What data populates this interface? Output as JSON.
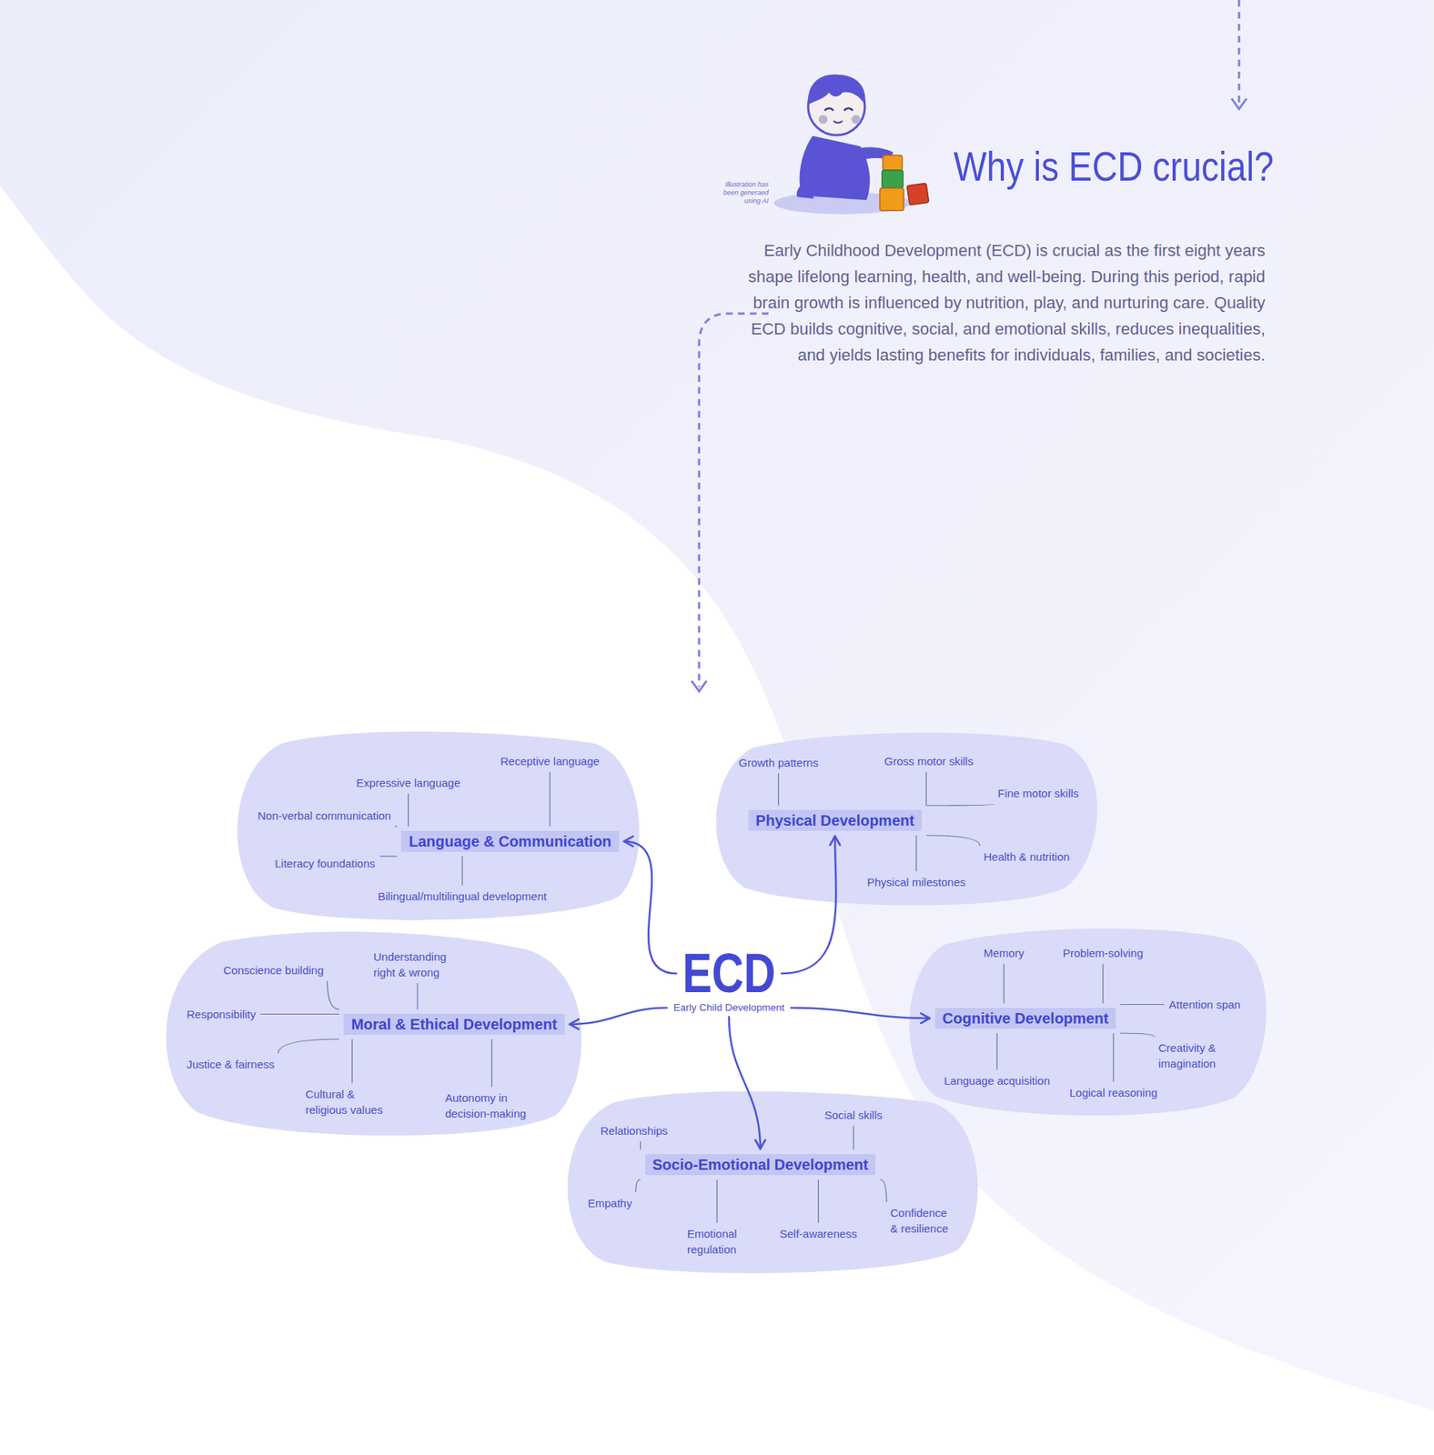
{
  "diagram": {
    "title": "Why is ECD crucial?",
    "nodes": [
      {
        "text": [
          "ECD",
          "Early Child Development"
        ]
      },
      {
        "text": [
          "Language & Communication",
          "Receptive language",
          "Expressive language",
          "Non-verbal communication",
          "Literacy foundations",
          "Bilingual/multilingual development"
        ]
      },
      {
        "text": [
          "Physical Development",
          "Growth patterns",
          "Gross motor skills",
          "Fine motor skills",
          "Health & nutrition",
          "Physical milestones"
        ]
      },
      {
        "text": [
          "Moral & Ethical Development",
          "Conscience building",
          "Understanding right & wrong",
          "Responsibility",
          "Justice & fairness",
          "Cultural & religious values",
          "Autonomy in decision-making"
        ]
      },
      {
        "text": [
          "Cognitive Development",
          "Memory",
          "Problem-solving",
          "Attention span",
          "Creativity & imagination",
          "Language acquisition",
          "Logical reasoning"
        ]
      },
      {
        "text": [
          "Socio-Emotional Development",
          "Relationships",
          "Social skills",
          "Empathy",
          "Emotional regulation",
          "Self-awareness",
          "Confidence & resilience"
        ]
      }
    ],
    "edges": [
      {
        "from": 0,
        "to": 1,
        "arrow": "to"
      },
      {
        "from": 0,
        "to": 2,
        "arrow": "to"
      },
      {
        "from": 0,
        "to": 3,
        "arrow": "to"
      },
      {
        "from": 0,
        "to": 4,
        "arrow": "to"
      },
      {
        "from": 0,
        "to": 5,
        "arrow": "to"
      }
    ],
    "labels": [
      "Illustration has been generaed using AI",
      "Early Childhood Development (ECD) is crucial as the first eight years shape lifelong learning, health, and well-being. During this period, rapid brain growth is influenced by nutrition, play, and nurturing care. Quality ECD builds cognitive, social, and emotional skills, reduces inequalities, and yields lasting benefits for individuals, families, and societies."
    ]
  }
}
